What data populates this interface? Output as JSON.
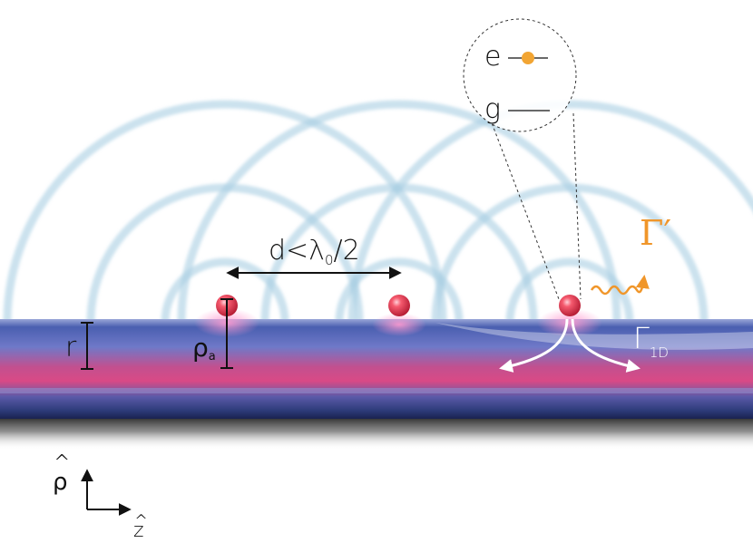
{
  "labels": {
    "spacing": "d<λ",
    "spacing_sub": "0",
    "spacing_tail": "/2",
    "fiber_radius": "r",
    "atom_distance": "ρ",
    "atom_distance_sub": "a",
    "free_space_rate": "Γ′",
    "guided_rate": "Γ",
    "guided_rate_sub": "1D",
    "excited_state": "e",
    "ground_state": "g",
    "axis_rho": "ρ",
    "axis_z": "z",
    "hat": "^"
  },
  "colors": {
    "fiber_top": "#4a5fb0",
    "fiber_mid": "#d94a86",
    "atom": "#e8304a",
    "emission": "#f0962a",
    "wavefront": "#9cc6dc",
    "excited_dot": "#f2a533"
  }
}
